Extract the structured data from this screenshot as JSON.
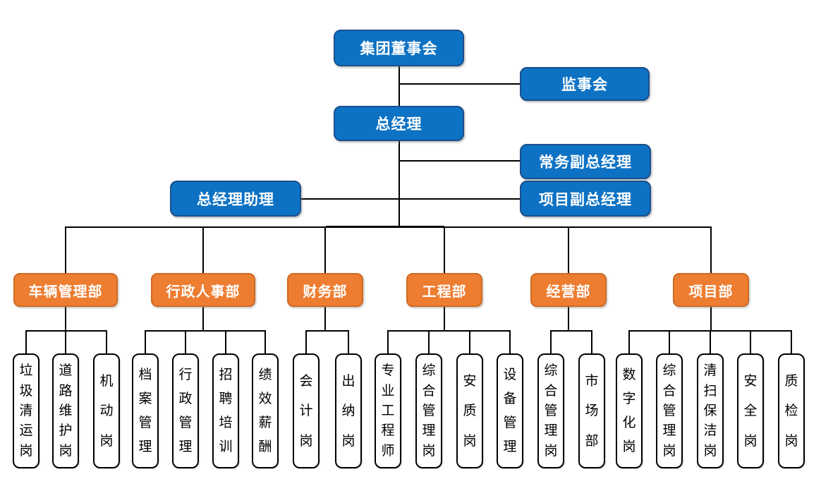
{
  "colors": {
    "blue_fill": "#0D72C4",
    "blue_border": "#1B4F8C",
    "orange_fill": "#ED7D31",
    "orange_border": "#CF6A21",
    "leaf_border": "#000000",
    "connector": "#000000",
    "background": "#FFFFFF"
  },
  "executive": {
    "board": "集团董事会",
    "supervisory": "监事会",
    "general_manager": "总经理",
    "executive_deputy_gm": "常务副总经理",
    "gm_assistant": "总经理助理",
    "project_deputy_gm": "项目副总经理"
  },
  "departments": [
    {
      "name": "车辆管理部",
      "positions": [
        "垃圾清运岗",
        "道路维护岗",
        "机动岗"
      ]
    },
    {
      "name": "行政人事部",
      "positions": [
        "档案管理",
        "行政管理",
        "招聘培训",
        "绩效薪酬"
      ]
    },
    {
      "name": "财务部",
      "positions": [
        "会计岗",
        "出纳岗"
      ]
    },
    {
      "name": "工程部",
      "positions": [
        "专业工程师",
        "综合管理岗",
        "安质岗",
        "设备管理"
      ]
    },
    {
      "name": "经营部",
      "positions": [
        "综合管理岗",
        "市场部"
      ]
    },
    {
      "name": "项目部",
      "positions": [
        "数字化岗",
        "综合管理岗",
        "清扫保洁岗",
        "安全岗",
        "质检岗"
      ]
    }
  ]
}
